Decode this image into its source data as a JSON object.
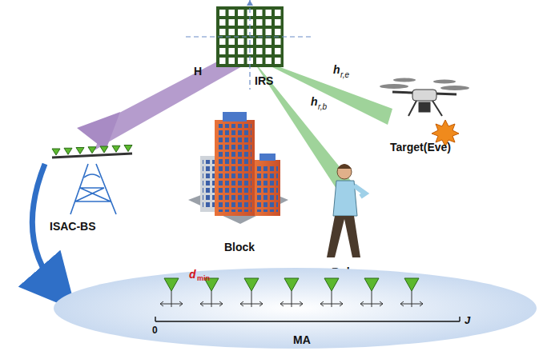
{
  "diagram": {
    "nodes": [
      {
        "text": [
          "d",
          "min",
          "0",
          "MA",
          "J"
        ]
      }
    ],
    "labels": [
      "H",
      "IRS",
      "h",
      "r,e",
      "h",
      "r,b",
      "Target(Eve)",
      "Block",
      "Bob",
      "ISAC-BS"
    ]
  }
}
